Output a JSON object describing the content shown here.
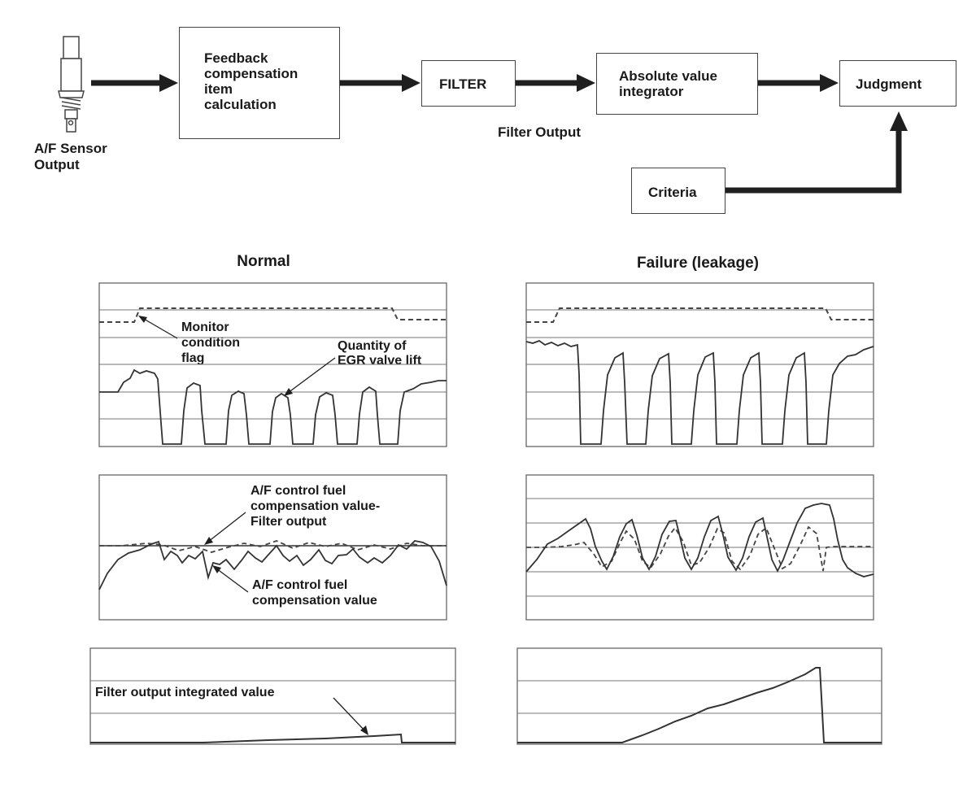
{
  "flow": {
    "sensor_label": [
      "A/F Sensor",
      "Output"
    ],
    "feedback_box": [
      "Feedback",
      "compensation",
      "item",
      "calculation"
    ],
    "filter_box": "FILTER",
    "filter_output_label": "Filter Output",
    "integrator_box": [
      "Absolute value",
      "integrator"
    ],
    "judgment_box": "Judgment",
    "criteria_box": "Criteria"
  },
  "panels": {
    "normal_title": "Normal",
    "failure_title": "Failure (leakage)"
  },
  "annotations": {
    "monitor_flag": [
      "Monitor",
      "condition",
      "flag"
    ],
    "egr_lift": [
      "Quantity of",
      "EGR valve lift"
    ],
    "af_filter_output": [
      "A/F control fuel",
      "compensation value-",
      "Filter output"
    ],
    "af_comp_value": [
      "A/F control fuel",
      "compensation value"
    ],
    "integrated_value": "Filter output integrated value"
  },
  "colors": {
    "line": "#333333",
    "box_border": "#444444",
    "grid": "#777777"
  }
}
